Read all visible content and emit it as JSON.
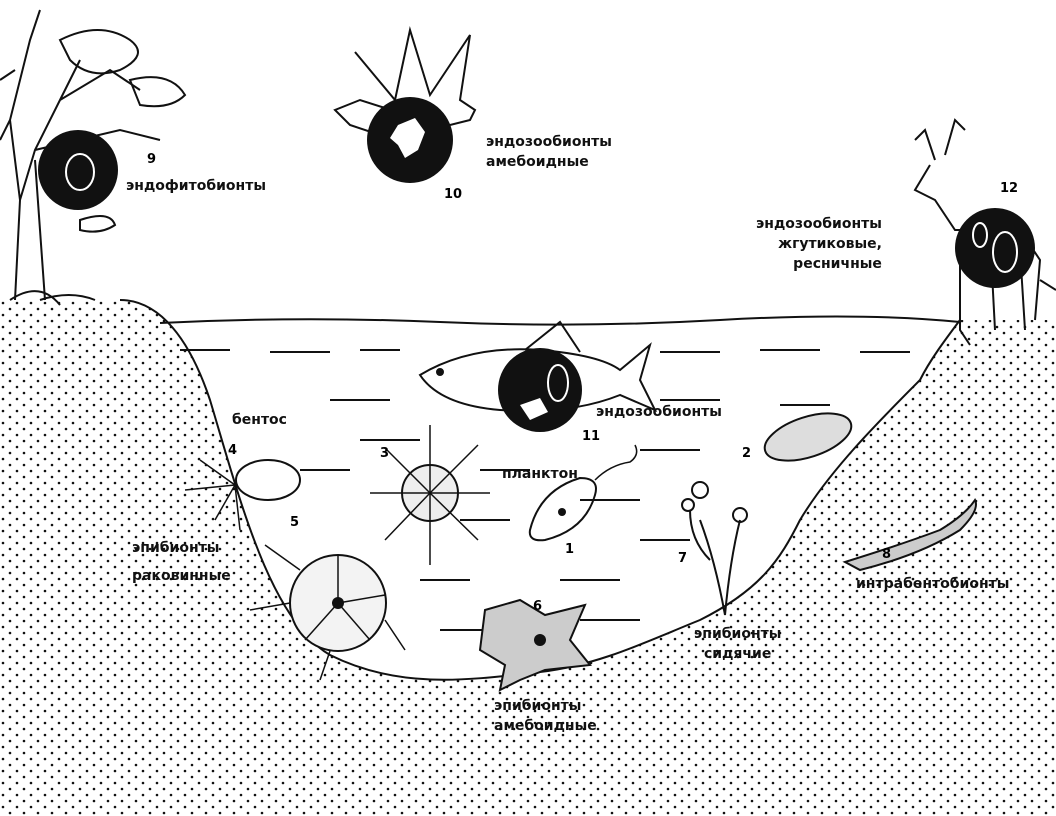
{
  "labels": {
    "endophyto": "эндофитобионты",
    "endozoo_amoeboid": [
      "эндозообионты",
      "амебоидные"
    ],
    "endozoo_flag": [
      "эндозообионты",
      "жгутиковые,",
      "ресничные"
    ],
    "endozoo_fish": "эндозообионты",
    "benthos": "бентос",
    "plankton": "планктон",
    "epi_shell": [
      "эпибионты",
      "раковинные"
    ],
    "epi_sessile": [
      "эпибионты",
      "сидячие"
    ],
    "epi_amoeboid": [
      "эпибионты",
      "амебоидные"
    ],
    "intrabenth": "интрабентобионты"
  },
  "numbers": [
    "1",
    "2",
    "3",
    "4",
    "5",
    "6",
    "7",
    "8",
    "9",
    "10",
    "11",
    "12"
  ],
  "colors": {
    "ink": "#111111",
    "background": "#ffffff"
  }
}
